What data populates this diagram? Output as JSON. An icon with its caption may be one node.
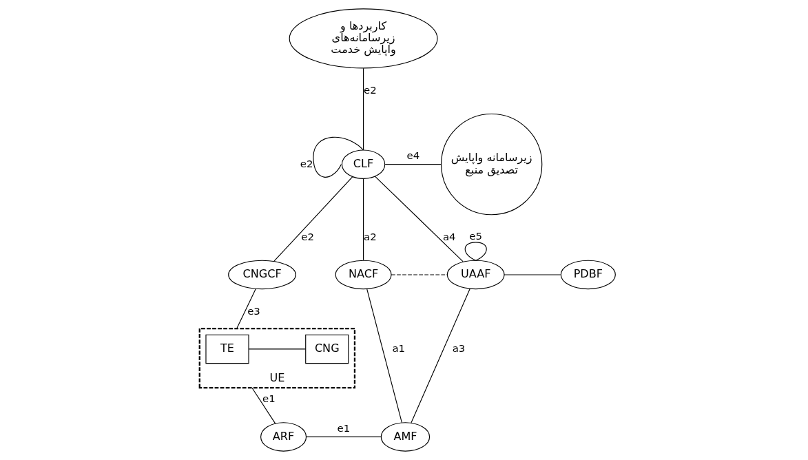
{
  "diagram": {
    "nodes": [
      {
        "text": [
          "کاربردها و زیرسامانه‌های واپایش خدمت"
        ]
      },
      {
        "text": [
          "CLF"
        ]
      },
      {
        "text": [
          "زیرسامانه واپایش تصدیق منبع"
        ]
      },
      {
        "text": [
          "CNGCF"
        ]
      },
      {
        "text": [
          "NACF"
        ]
      },
      {
        "text": [
          "UAAF"
        ]
      },
      {
        "text": [
          "PDBF"
        ]
      },
      {
        "text": [
          "UE"
        ]
      },
      {
        "text": [
          "TE"
        ],
        "in": 7
      },
      {
        "text": [
          "CNG"
        ],
        "in": 7
      },
      {
        "text": [
          "ARF"
        ]
      },
      {
        "text": [
          "AMF"
        ]
      }
    ],
    "edges": [
      {
        "from": 0,
        "to": 1,
        "arrow": "none",
        "label": "e2"
      },
      {
        "from": 1,
        "to": 1,
        "arrow": "none",
        "label": "e2"
      },
      {
        "from": 1,
        "to": 2,
        "arrow": "none",
        "label": "e4"
      },
      {
        "from": 1,
        "to": 3,
        "arrow": "none",
        "label": "e2"
      },
      {
        "from": 1,
        "to": 4,
        "arrow": "none",
        "label": "a2"
      },
      {
        "from": 1,
        "to": 5,
        "arrow": "none",
        "label": "a4"
      },
      {
        "from": 5,
        "to": 5,
        "arrow": "none",
        "label": "e5"
      },
      {
        "from": 4,
        "to": 5,
        "arrow": "none",
        "style": "dashed"
      },
      {
        "from": 5,
        "to": 6,
        "arrow": "none"
      },
      {
        "from": 3,
        "to": 7,
        "arrow": "none",
        "label": "e3"
      },
      {
        "from": 8,
        "to": 9,
        "arrow": "none"
      },
      {
        "from": 7,
        "to": 10,
        "arrow": "none",
        "label": "e1"
      },
      {
        "from": 10,
        "to": 11,
        "arrow": "none",
        "label": "e1"
      },
      {
        "from": 4,
        "to": 11,
        "arrow": "none",
        "label": "a1"
      },
      {
        "from": 5,
        "to": 11,
        "arrow": "none",
        "label": "a3"
      }
    ]
  }
}
